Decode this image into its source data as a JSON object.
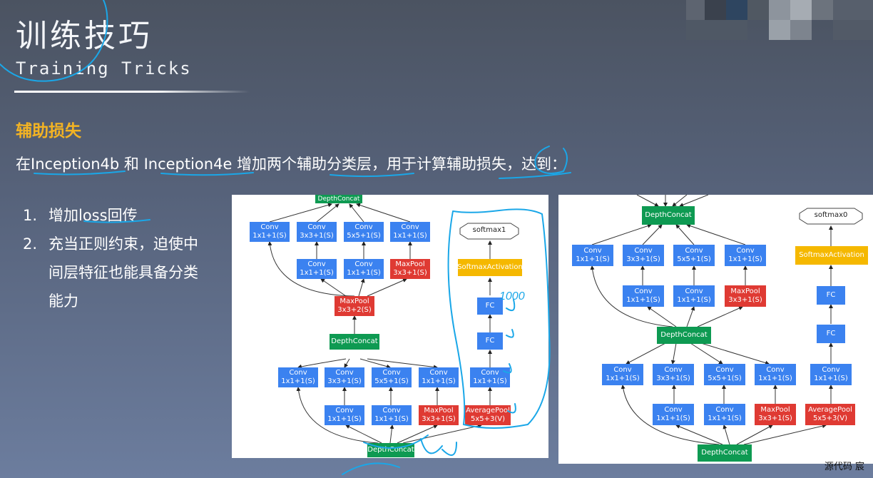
{
  "header": {
    "title_cn": "训练技巧",
    "title_en": "Training Tricks"
  },
  "section": {
    "heading": "辅助损失",
    "sentence": "在Inception4b 和 Inception4e 增加两个辅助分类层，用于计算辅助损失，达到："
  },
  "list": [
    {
      "num": "1.",
      "text": "增加loss回传"
    },
    {
      "num": "2.",
      "text": "充当正则约束，迫使中间层特征也能具备分类能力"
    }
  ],
  "panel1": {
    "top_concat": "DepthConcat",
    "row1": [
      "Conv 1x1+1(S)",
      "Conv 3x3+1(S)",
      "Conv 5x5+1(S)",
      "Conv 1x1+1(S)"
    ],
    "row2": [
      "Conv 1x1+1(S)",
      "Conv 1x1+1(S)",
      "MaxPool 3x3+1(S)"
    ],
    "maxpool": "MaxPool 3x3+2(S)",
    "mid_concat": "DepthConcat",
    "row3": [
      "Conv 1x1+1(S)",
      "Conv 3x3+1(S)",
      "Conv 5x5+1(S)",
      "Conv 1x1+1(S)"
    ],
    "row4": [
      "Conv 1x1+1(S)",
      "Conv 1x1+1(S)",
      "MaxPool 3x3+1(S)"
    ],
    "bottom_concat": "DepthConcat",
    "aux": {
      "softmax": "softmax1",
      "activation": "SoftmaxActivation",
      "fc1": "FC",
      "fc2": "FC",
      "conv": "Conv 1x1+1(S)",
      "pool": "AveragePool 5x5+3(V)"
    },
    "annotation": "1000"
  },
  "panel2": {
    "top_concat": "DepthConcat",
    "row1": [
      "Conv 1x1+1(S)",
      "Conv 3x3+1(S)",
      "Conv 5x5+1(S)",
      "Conv 1x1+1(S)"
    ],
    "row2": [
      "Conv 1x1+1(S)",
      "Conv 1x1+1(S)",
      "MaxPool 3x3+1(S)"
    ],
    "mid_concat": "DepthConcat",
    "row3": [
      "Conv 1x1+1(S)",
      "Conv 3x3+1(S)",
      "Conv 5x5+1(S)",
      "Conv 1x1+1(S)"
    ],
    "row4": [
      "Conv 1x1+1(S)",
      "Conv 1x1+1(S)",
      "MaxPool 3x3+1(S)"
    ],
    "bottom_concat": "DepthConcat",
    "aux": {
      "softmax": "softmax0",
      "activation": "SoftmaxActivation",
      "fc1": "FC",
      "fc2": "FC",
      "conv": "Conv 1x1+1(S)",
      "pool": "AveragePool 5x5+3(V)"
    }
  },
  "footer": "源代码  宸",
  "colors": {
    "accent": "#f3b323",
    "conv": "#3b82f0",
    "pool": "#df3a33",
    "concat": "#0e9a52",
    "activation": "#f5b800",
    "ink": "#1aa7e8"
  }
}
